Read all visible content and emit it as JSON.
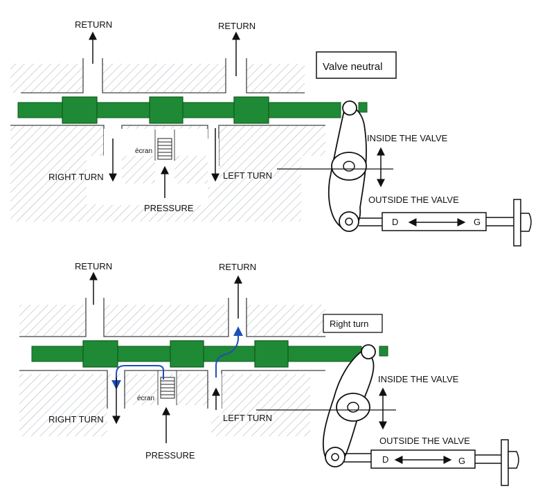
{
  "colors": {
    "spool": "#1f8a35",
    "spool_dark": "#0e5a1e",
    "flow": "#1c4fb8",
    "hatch": "#9aa7b3",
    "ink": "#111111"
  },
  "top": {
    "state_label": "Valve neutral",
    "return_left": "RETURN",
    "return_right": "RETURN",
    "right_turn": "RIGHT TURN",
    "left_turn": "LEFT TURN",
    "pressure": "PRESSURE",
    "screen": "écran",
    "inside": "INSIDE THE VALVE",
    "outside": "OUTSIDE THE VALVE",
    "d": "D",
    "g": "G"
  },
  "bottom": {
    "state_label": "Right turn",
    "return_left": "RETURN",
    "return_right": "RETURN",
    "right_turn": "RIGHT TURN",
    "left_turn": "LEFT TURN",
    "pressure": "PRESSURE",
    "screen": "écran",
    "inside": "INSIDE THE VALVE",
    "outside": "OUTSIDE THE VALVE",
    "d": "D",
    "g": "G"
  }
}
